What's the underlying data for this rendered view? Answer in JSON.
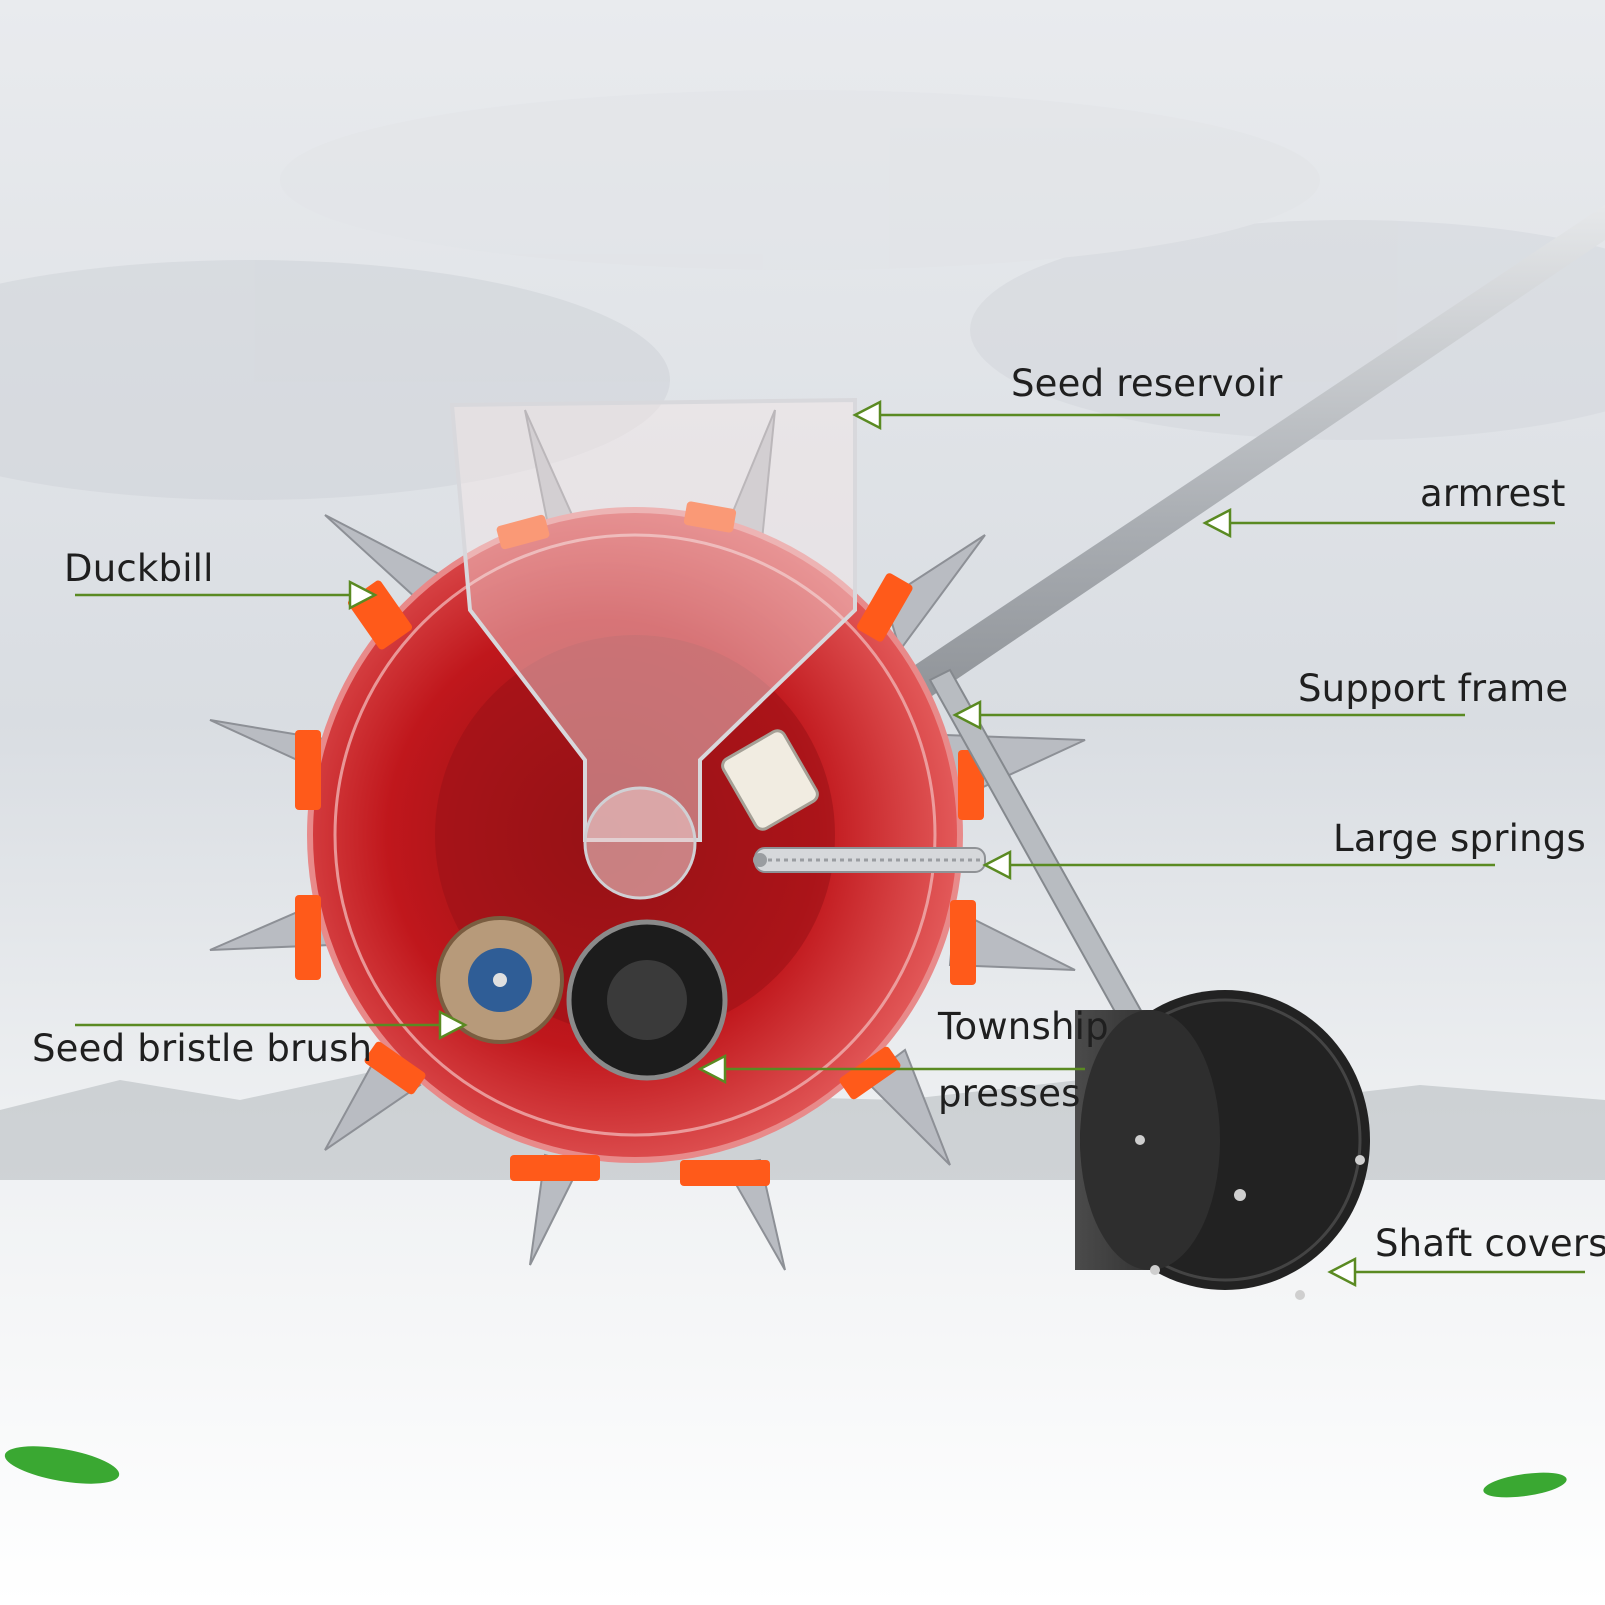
{
  "labels": {
    "seed_reservoir": "Seed reservoir",
    "armrest": "armrest",
    "duckbill": "Duckbill",
    "support_frame": "Support frame",
    "large_springs": "Large springs",
    "seed_bristle_brush": "Seed bristle brush",
    "township_line1": "Township",
    "township_line2": "presses",
    "shaft_covers": "Shaft covers"
  },
  "colors": {
    "leader_line": "#5a8a22",
    "wheel_red": "#c81f24",
    "duckbill_orange": "#ff5a1a",
    "spike_steel": "#b9bcc2",
    "roller_black": "#2a2a2a",
    "leaf_green": "#3aa832"
  }
}
